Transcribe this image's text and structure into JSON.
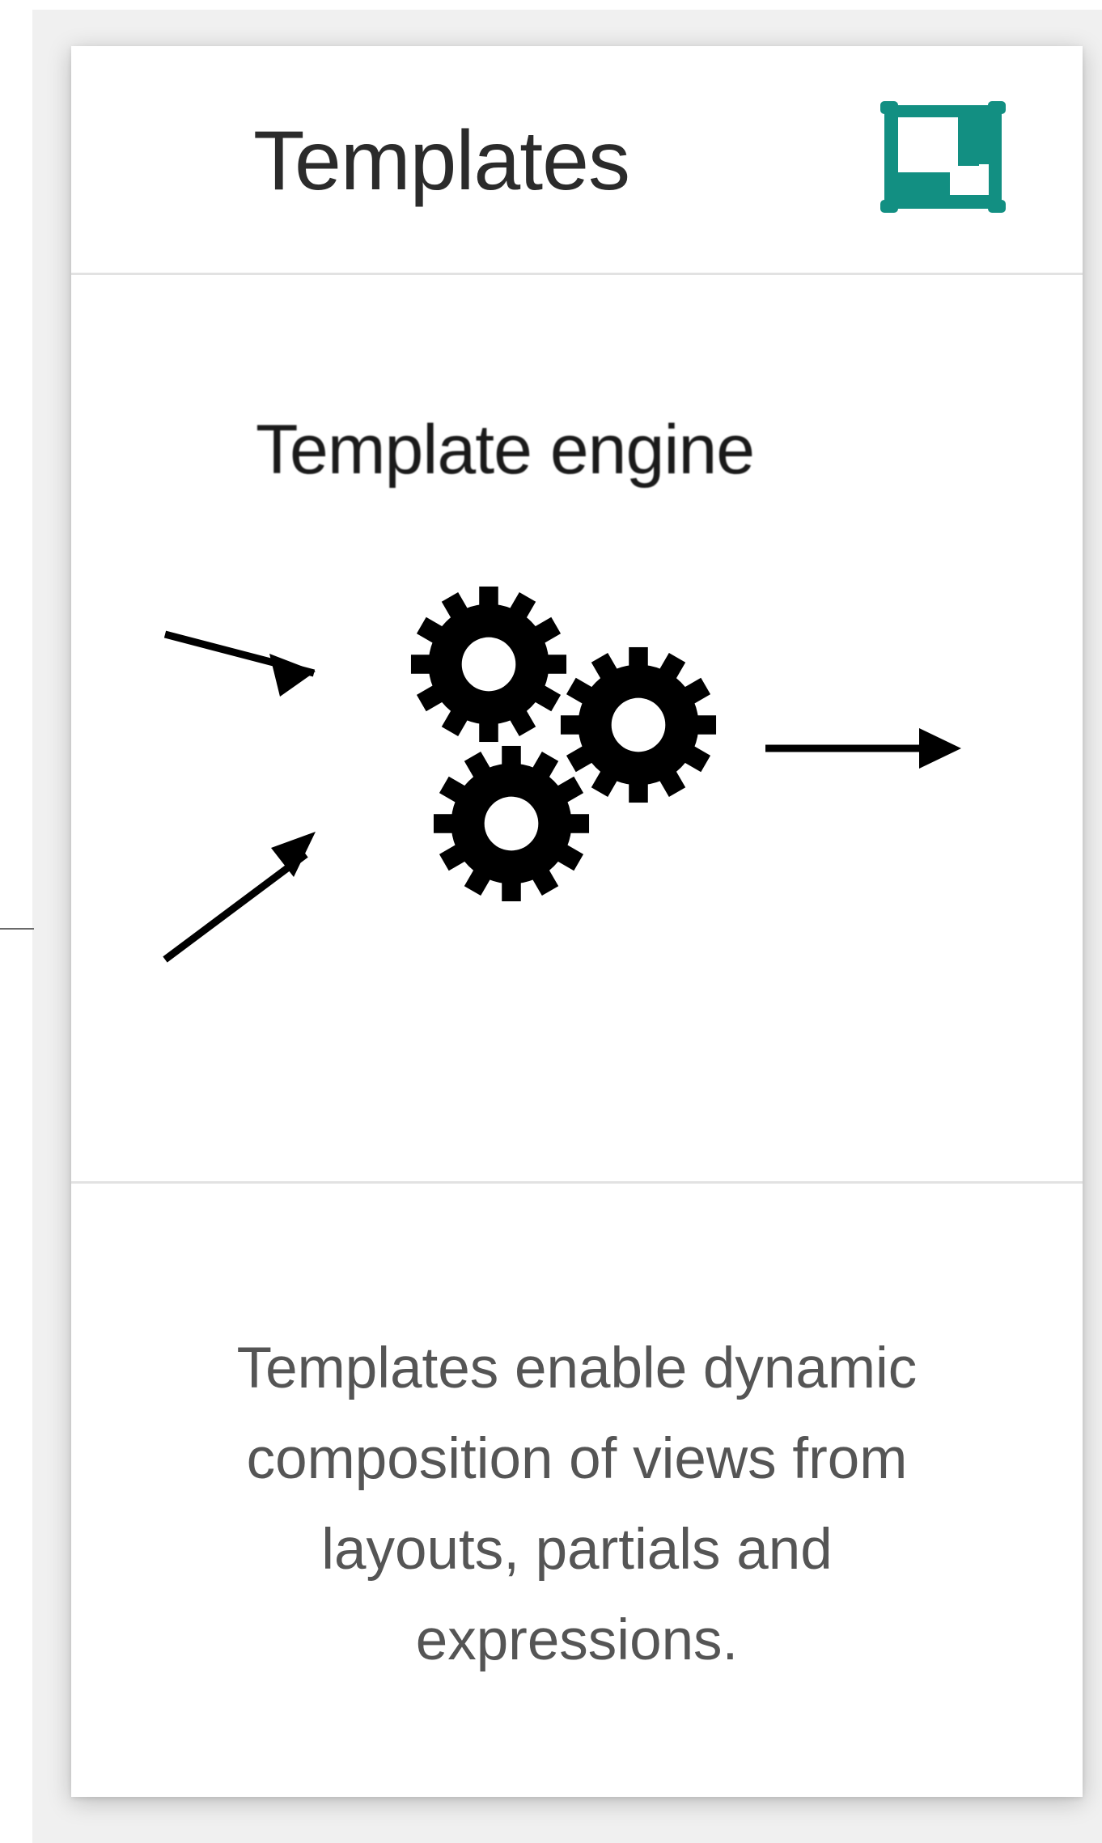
{
  "card": {
    "title": "Templates",
    "image": {
      "caption": "Template engine"
    },
    "description": "Templates enable dynamic composition of views from layouts, partials and expressions."
  },
  "colors": {
    "accent": "#128f82",
    "title_text": "#2b2b2b",
    "body_text": "#555555",
    "divider": "#e2e2e2",
    "backdrop": "#f0f0f0"
  },
  "icons": {
    "header_action": "expand-icon",
    "diagram": [
      "arrow-icon",
      "gear-icon",
      "gear-icon",
      "gear-icon",
      "arrow-icon",
      "arrow-icon"
    ]
  }
}
